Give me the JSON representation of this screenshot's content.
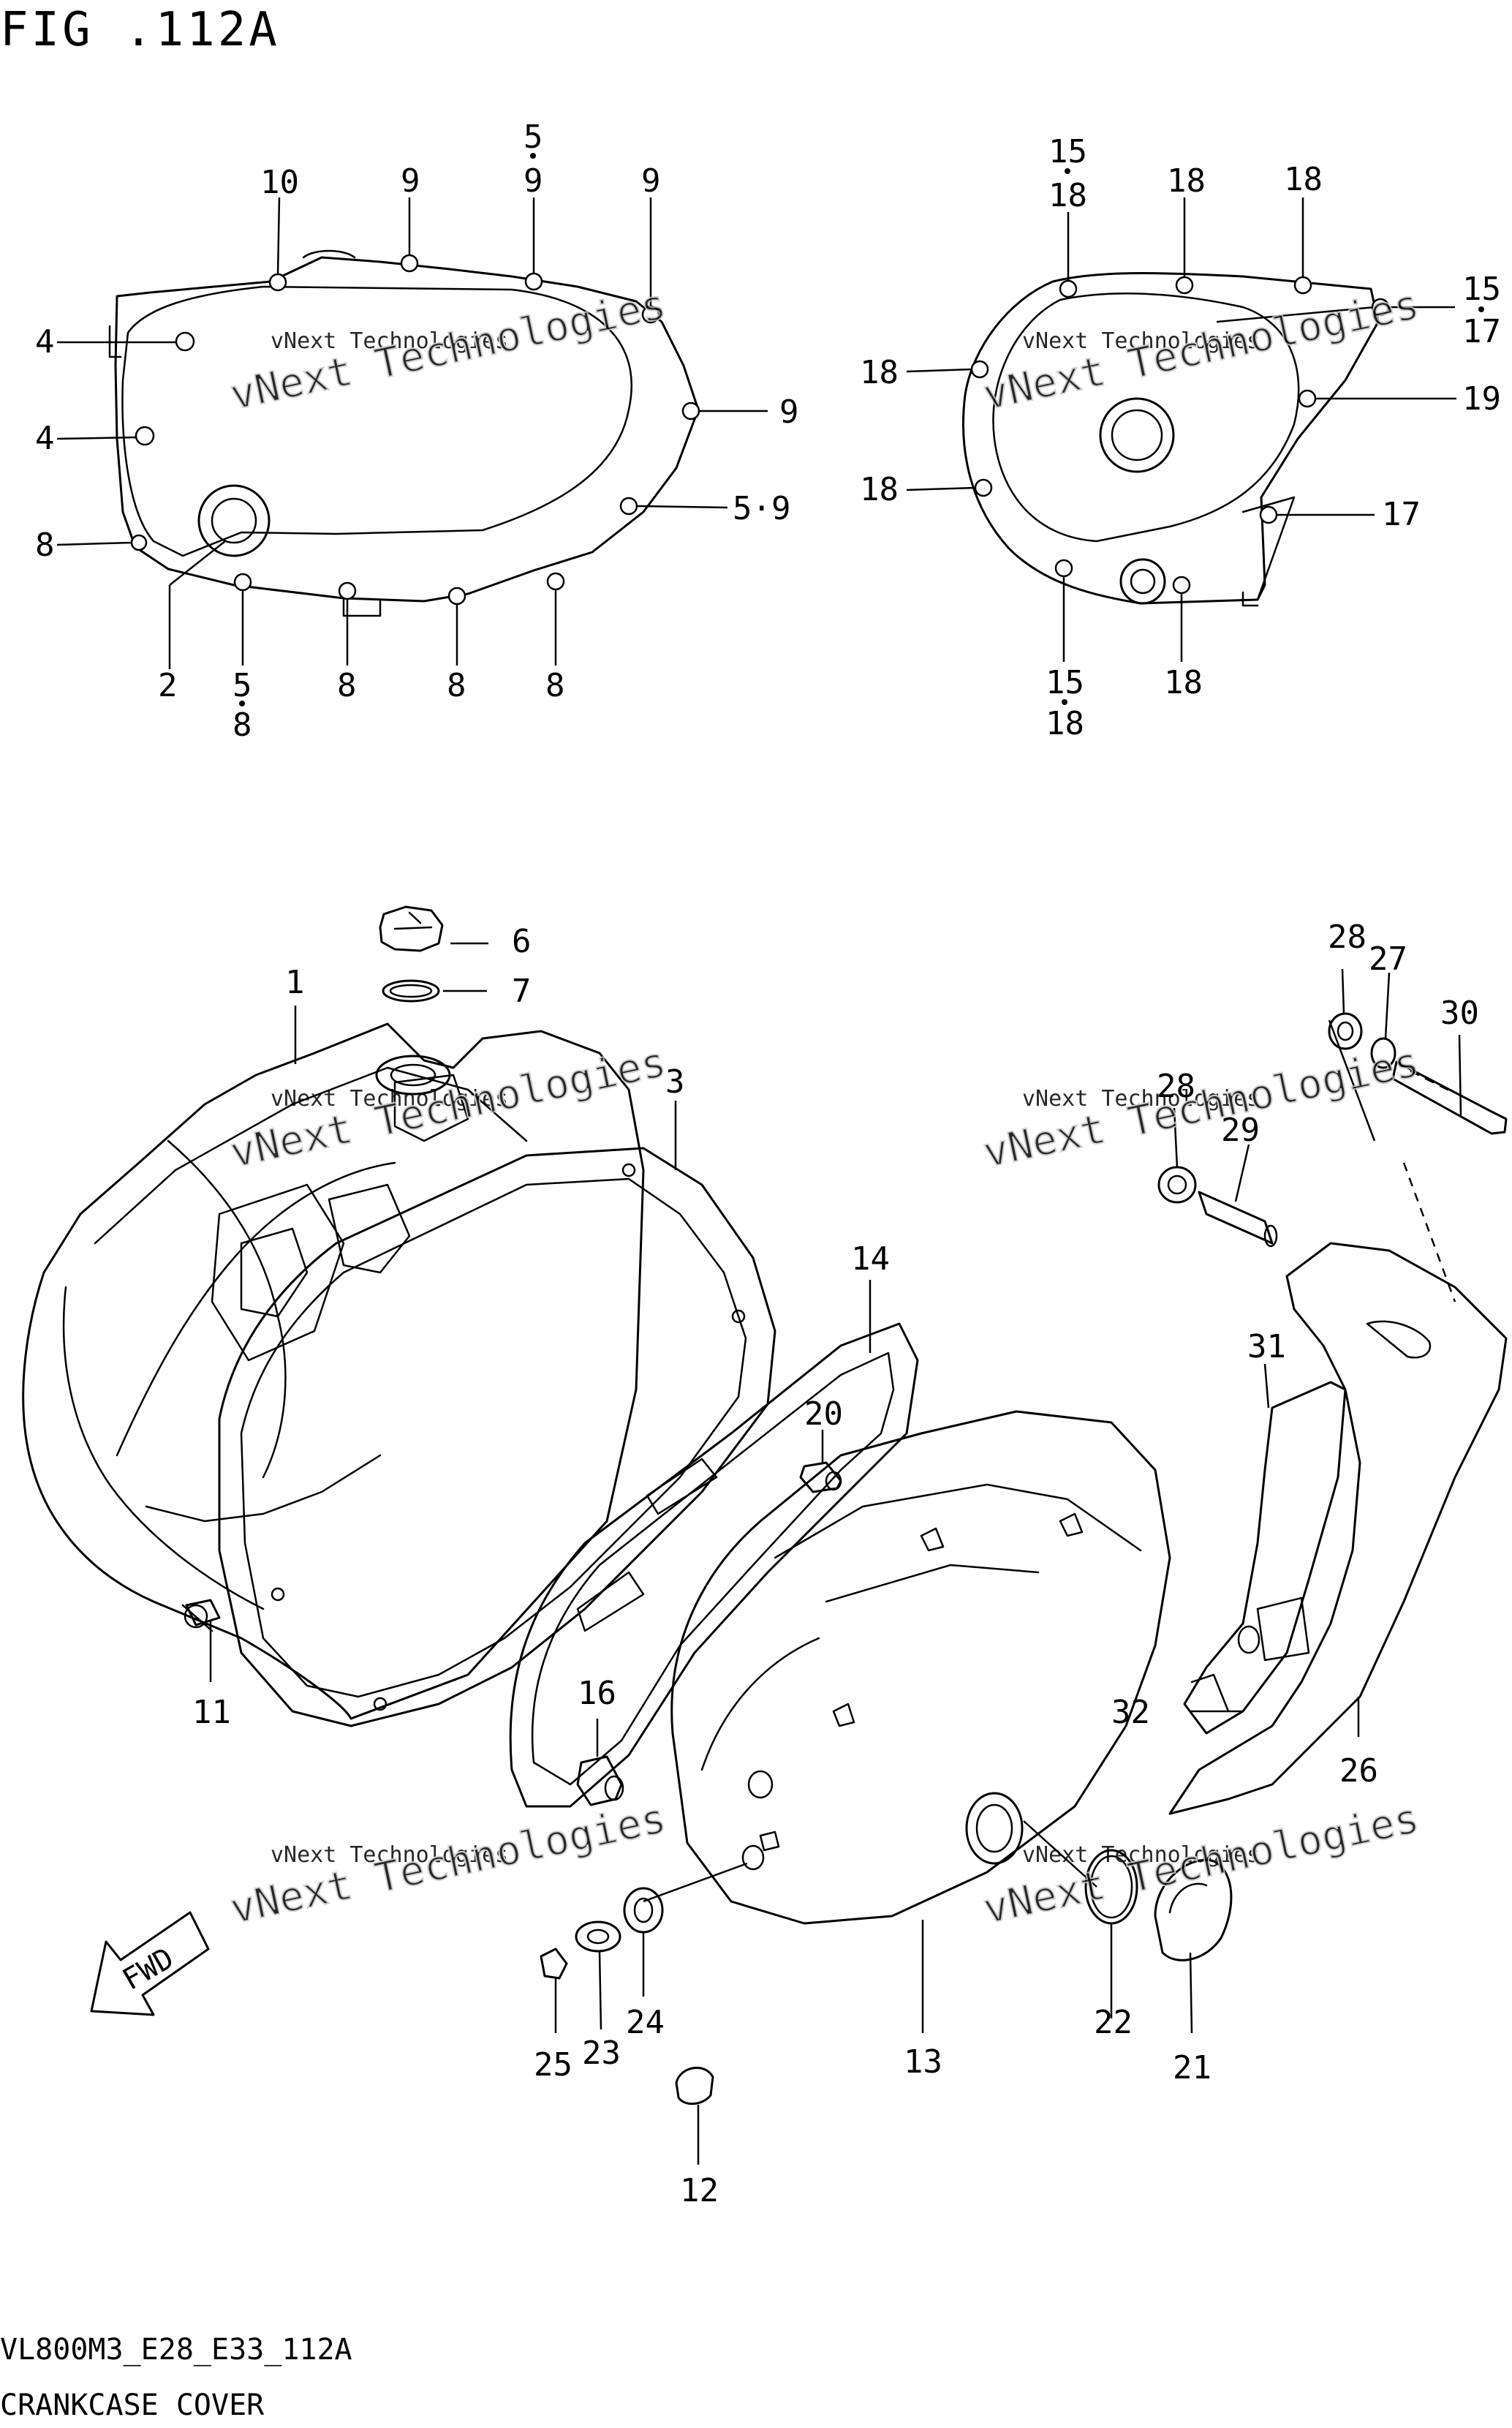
{
  "figure": {
    "title": "FIG .112A",
    "code": "VL800M3_E28_E33_112A",
    "caption": "CRANKCASE COVER"
  },
  "watermark": {
    "line1": "vNext Technologies",
    "line2": "vNext Technologies"
  },
  "fwd_label": "FWD",
  "callouts": {
    "top_left": [
      "4",
      "4",
      "8",
      "10",
      "9",
      "5",
      "9",
      "9",
      "9",
      "5·9",
      "2",
      "5",
      "8",
      "8",
      "8",
      "8"
    ],
    "top_right": [
      "15",
      "18",
      "18",
      "18",
      "15",
      "17",
      "18",
      "19",
      "18",
      "17",
      "15",
      "18",
      "18"
    ],
    "main": [
      "1",
      "6",
      "7",
      "3",
      "14",
      "20",
      "11",
      "16",
      "28",
      "27",
      "30",
      "28",
      "29",
      "31",
      "32",
      "26",
      "13",
      "22",
      "21",
      "25",
      "23",
      "24",
      "12"
    ]
  }
}
